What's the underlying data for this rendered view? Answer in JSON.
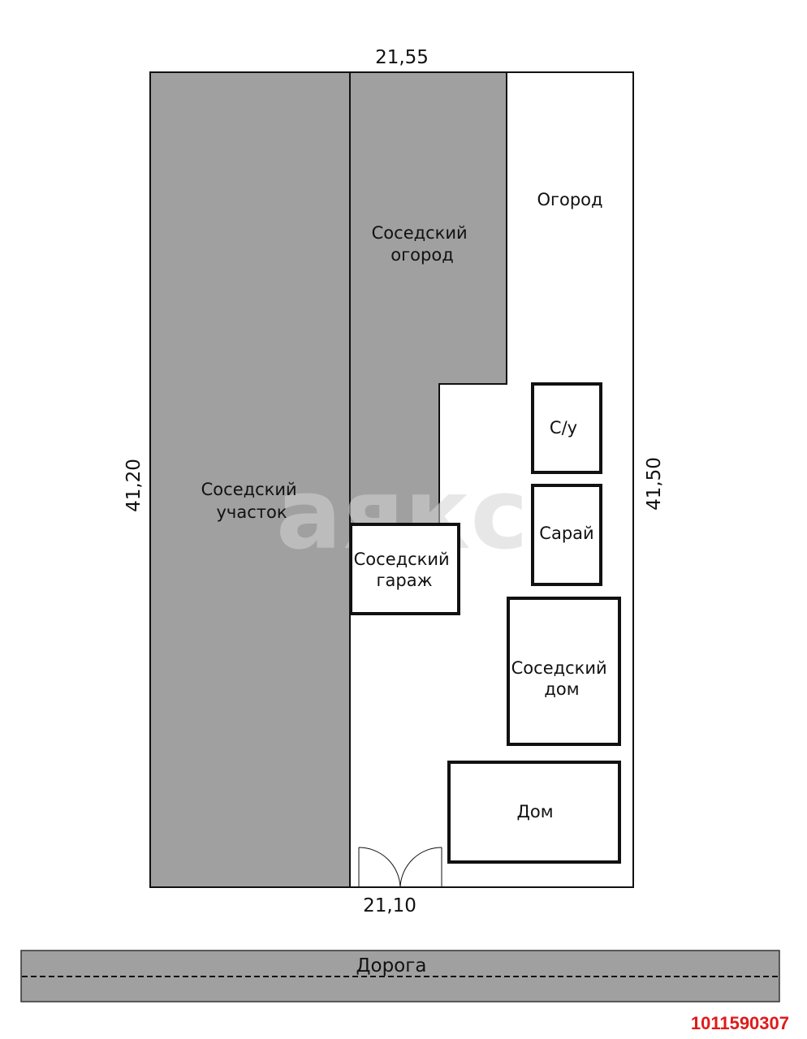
{
  "dimensions": {
    "top": "21,55",
    "bottom": "21,10",
    "left": "41,20",
    "right": "41,50"
  },
  "areas": {
    "neighbor_plot": [
      "Соседский",
      "участок"
    ],
    "neighbor_garden": [
      "Соседский",
      "огород"
    ],
    "garden": "Огород",
    "toilet": "С/у",
    "shed": "Сарай",
    "neighbor_garage": [
      "Соседский",
      "гараж"
    ],
    "neighbor_house": [
      "Соседский",
      "дом"
    ],
    "house": "Дом"
  },
  "road": {
    "label": "Дорога"
  },
  "watermark": "аякс",
  "listing_id": "1011590307",
  "colors": {
    "neighbor_fill": "#a0a0a0",
    "road_fill": "#a0a0a0",
    "id_color": "#e01b1b"
  }
}
